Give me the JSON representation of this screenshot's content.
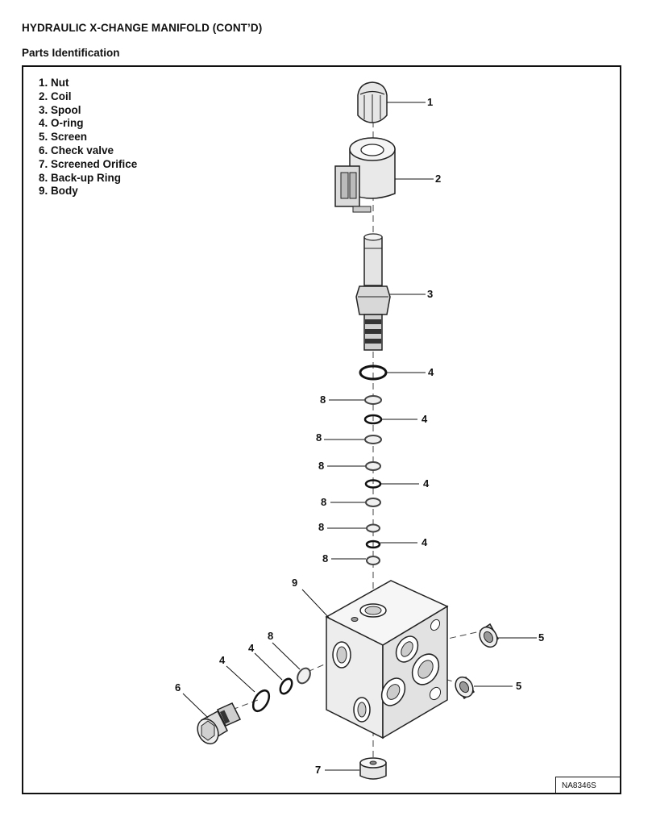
{
  "header": {
    "title": "HYDRAULIC X-CHANGE MANIFOLD (CONT’D)",
    "section": "Parts Identification"
  },
  "parts": [
    {
      "label": "1. Nut"
    },
    {
      "label": "2. Coil"
    },
    {
      "label": "3. Spool"
    },
    {
      "label": "4. O-ring"
    },
    {
      "label": "5. Screen"
    },
    {
      "label": "6. Check valve"
    },
    {
      "label": "7. Screened Orifice"
    },
    {
      "label": "8. Back-up Ring"
    },
    {
      "label": "9. Body"
    }
  ],
  "callouts": {
    "c1": "1",
    "c2": "2",
    "c3": "3",
    "c4a": "4",
    "c4b": "4",
    "c4c": "4",
    "c4d": "4",
    "c4e": "4",
    "c4f": "4",
    "c8a": "8",
    "c8b": "8",
    "c8c": "8",
    "c8d": "8",
    "c8e": "8",
    "c8f": "8",
    "c8g": "8",
    "c9": "9",
    "c5a": "5",
    "c5b": "5",
    "c6": "6",
    "c7": "7"
  },
  "drawing_id": "NA8346S"
}
